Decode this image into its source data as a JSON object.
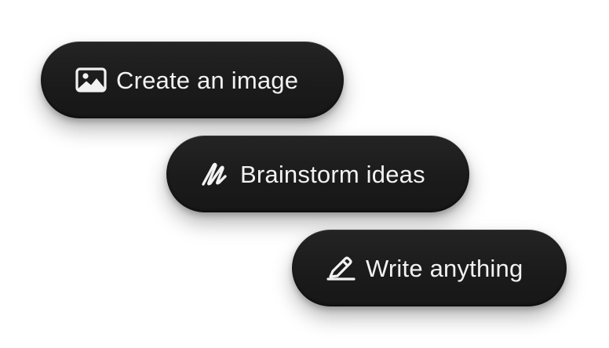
{
  "actions": [
    {
      "label": "Create an image",
      "icon": "image-icon"
    },
    {
      "label": "Brainstorm ideas",
      "icon": "scribble-icon"
    },
    {
      "label": "Write anything",
      "icon": "pencil-icon"
    }
  ],
  "colors": {
    "pill_background": "#1b1b1b",
    "text": "#f2f2f2",
    "page_background": "#ffffff"
  }
}
